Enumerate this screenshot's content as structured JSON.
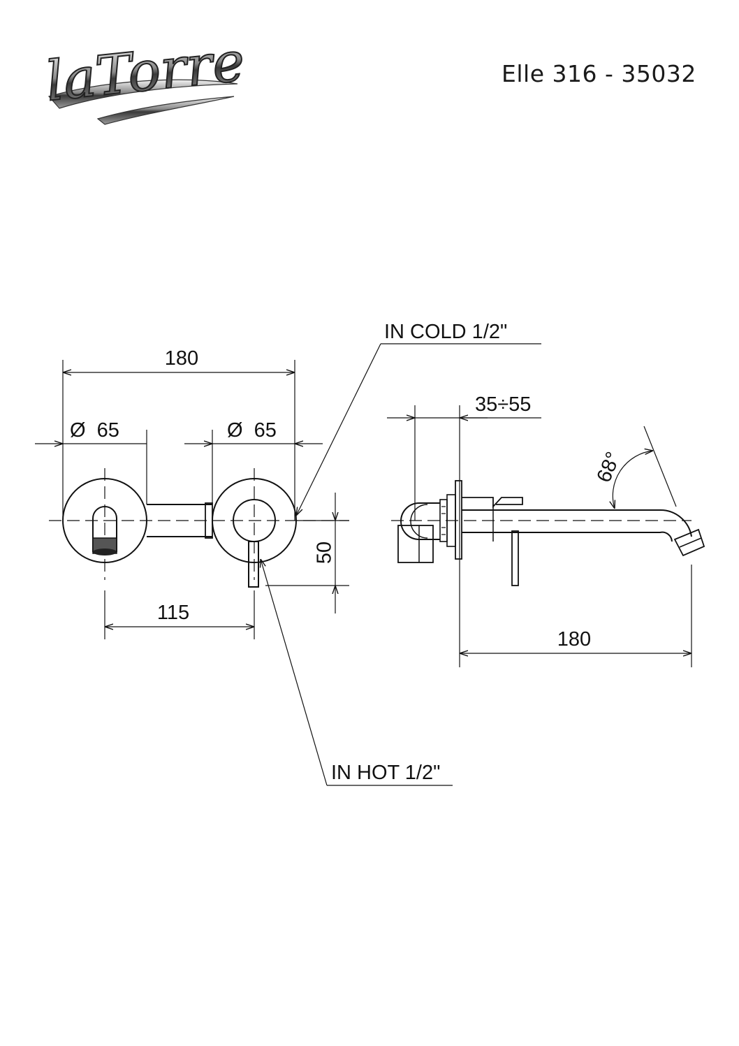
{
  "brand": {
    "logo_text": "laTorre"
  },
  "header": {
    "model_code": "Elle 316 - 35032"
  },
  "colors": {
    "ink": "#111111",
    "background": "#ffffff",
    "logo_gray": "#555555"
  },
  "front_view": {
    "overall_width": "180",
    "spout_rosette_diameter": "Ø  65",
    "mixer_rosette_diameter": "Ø  65",
    "spout_to_lever_distance": "115",
    "height_offset": "50"
  },
  "side_view": {
    "wall_depth_range": "35÷55",
    "spout_projection": "180",
    "spout_angle": "68°"
  },
  "connections": {
    "cold_inlet": "IN COLD 1/2\"",
    "hot_inlet": "IN HOT 1/2\""
  }
}
